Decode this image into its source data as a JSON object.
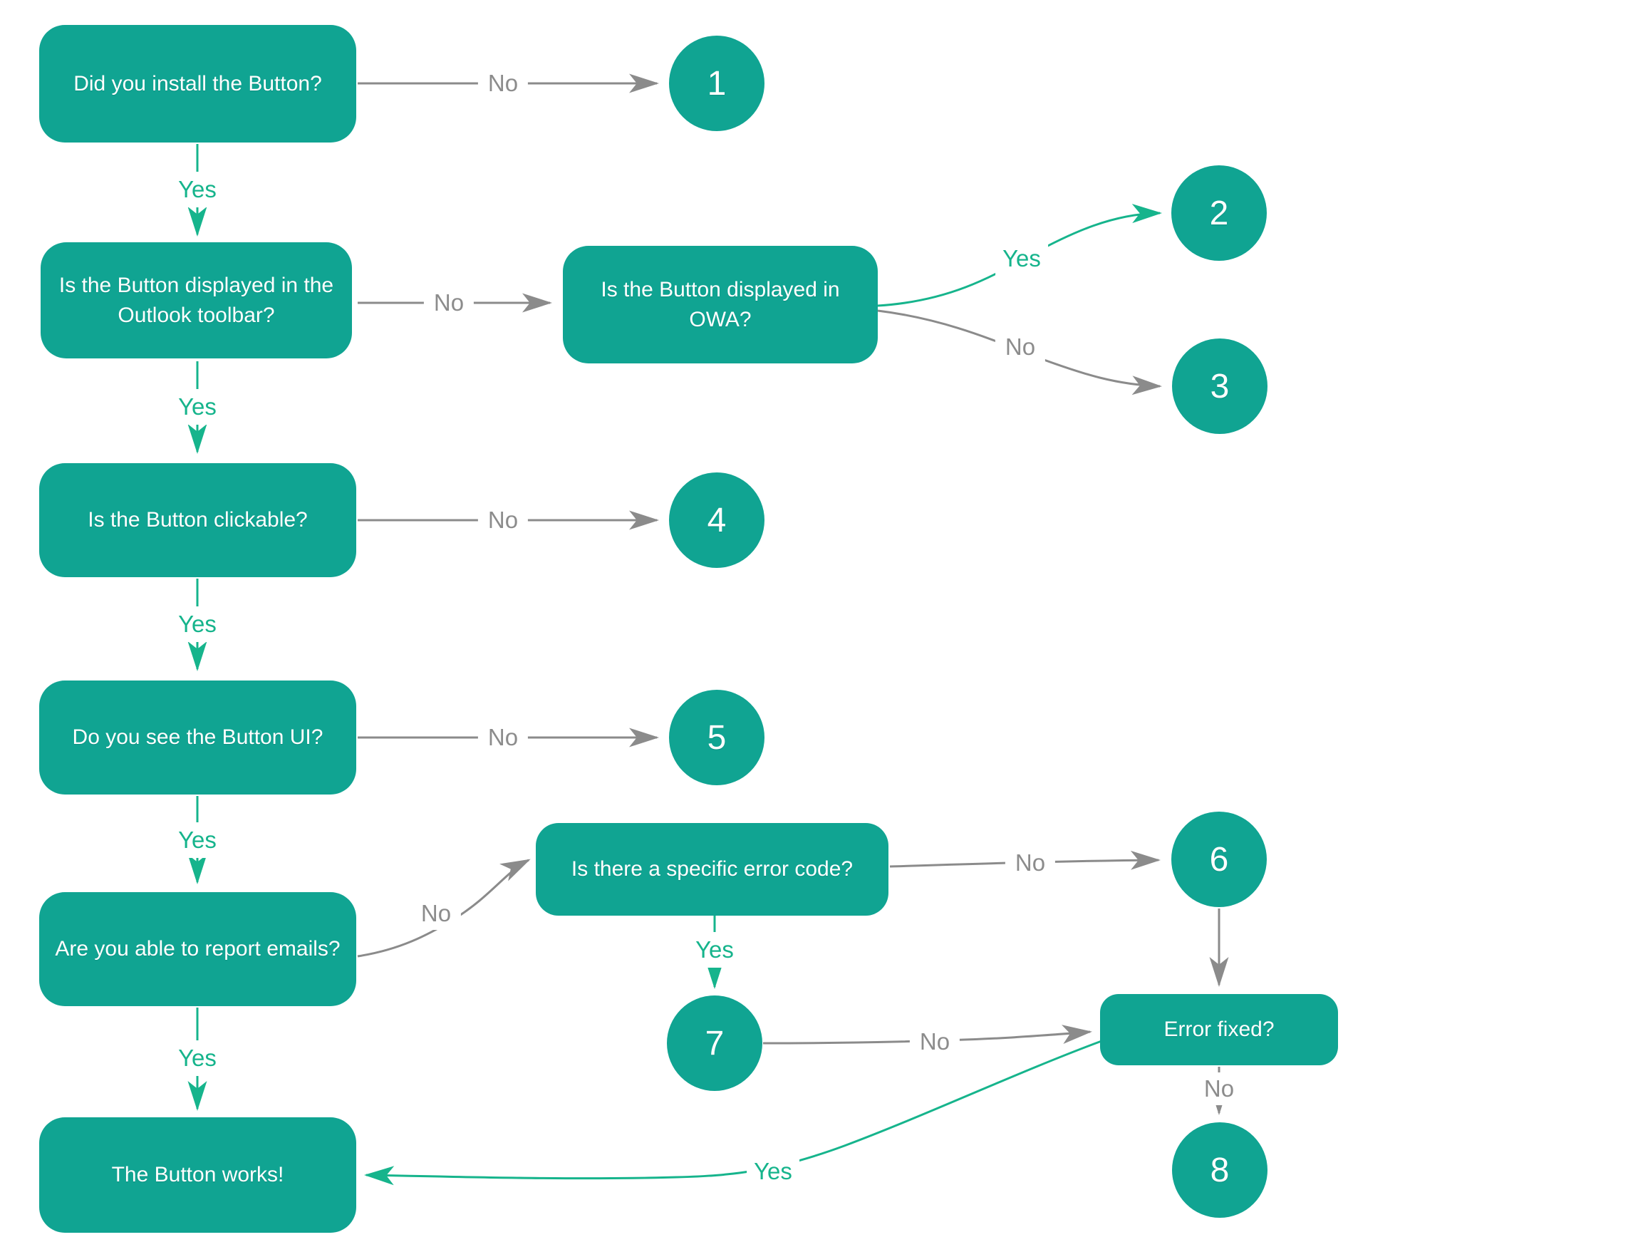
{
  "flowchart": {
    "colors": {
      "node_fill": "#10a492",
      "node_text": "#ffffff",
      "yes_green": "#16b48c",
      "line_gray": "#8b8b8b",
      "label_gray": "#8c8c8c",
      "background": "#ffffff"
    },
    "nodes": {
      "install": "Did you install the Button?",
      "toolbar": "Is the Button displayed in the\nOutlook toolbar?",
      "owa": "Is the Button displayed in\nOWA?",
      "clickable": "Is the Button clickable?",
      "ui": "Do you see the Button UI?",
      "report": "Are you able to report emails?",
      "error_code": "Is there a specific error code?",
      "error_fixed": "Error fixed?",
      "works": "The Button works!"
    },
    "terminals": {
      "t1": "1",
      "t2": "2",
      "t3": "3",
      "t4": "4",
      "t5": "5",
      "t6": "6",
      "t7": "7",
      "t8": "8"
    },
    "labels": {
      "yes": "Yes",
      "no": "No"
    }
  }
}
